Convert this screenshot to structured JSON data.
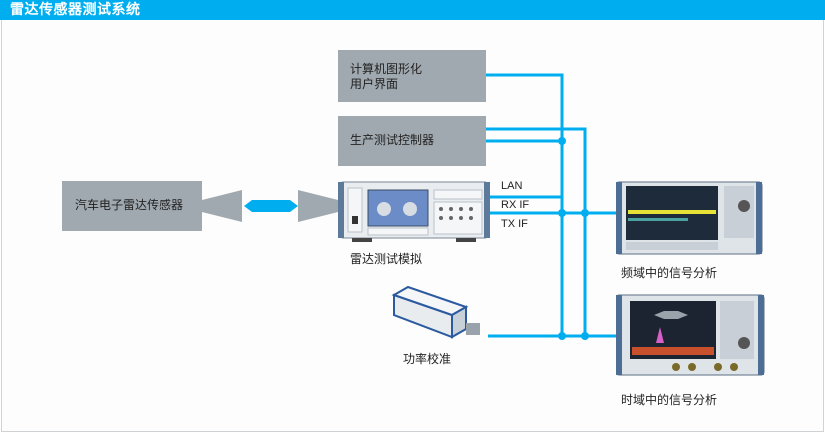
{
  "header": {
    "title": "雷达传感器测试系统"
  },
  "colors": {
    "accent": "#00aeef",
    "box": "#a0a9b0",
    "wire": "#00aeef"
  },
  "blocks": {
    "gui": {
      "line1": "计算机图形化",
      "line2": "用户界面"
    },
    "controller": {
      "label": "生产测试控制器"
    },
    "sensor": {
      "label": "汽车电子雷达传感器"
    }
  },
  "devices": {
    "radar_sim": {
      "label": "雷达测试模拟"
    },
    "power_cal": {
      "label": "功率校准"
    },
    "freq_analysis": {
      "label": "频域中的信号分析"
    },
    "time_analysis": {
      "label": "时域中的信号分析"
    }
  },
  "signals": [
    "LAN",
    "RX IF",
    "TX IF"
  ]
}
